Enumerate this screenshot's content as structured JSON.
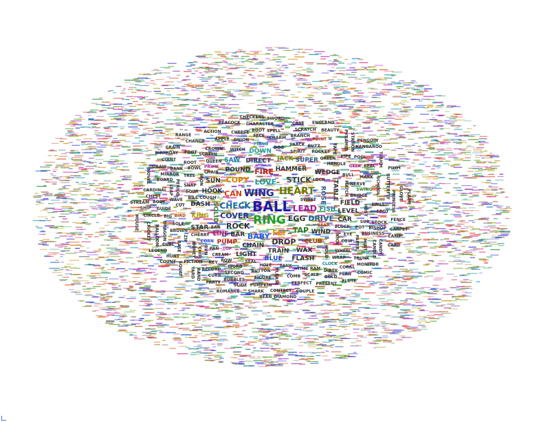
{
  "cloud": {
    "words": [
      {
        "text": "BALL",
        "color": "#1f1aa8",
        "w": 10
      },
      {
        "text": "RING",
        "color": "#22a022",
        "w": 9
      },
      {
        "text": "WING",
        "color": "#2a2a9a",
        "w": 8
      },
      {
        "text": "HEART",
        "color": "#6a7a00",
        "w": 8
      },
      {
        "text": "LEAD",
        "color": "#a01fa0",
        "w": 7
      },
      {
        "text": "CHECK",
        "color": "#1e6aa0",
        "w": 7
      },
      {
        "text": "EGG",
        "color": "#303030",
        "w": 6
      },
      {
        "text": "LOVE",
        "color": "#1aa0a0",
        "w": 6
      },
      {
        "text": "FLY",
        "color": "#d0a000",
        "w": 6
      },
      {
        "text": "COVER",
        "color": "#303080",
        "w": 6
      },
      {
        "text": "TAP",
        "color": "#2a7a2a",
        "w": 6
      },
      {
        "text": "BABY",
        "color": "#1f5fd0",
        "w": 6
      },
      {
        "text": "ROCK",
        "color": "#303030",
        "w": 6
      },
      {
        "text": "STICK",
        "color": "#3a3a3a",
        "w": 6
      },
      {
        "text": "CAN",
        "color": "#d04010",
        "w": 6
      },
      {
        "text": "COPY",
        "color": "#d08000",
        "w": 6
      },
      {
        "text": "FIRE",
        "color": "#c02020",
        "w": 6
      },
      {
        "text": "DRIVE",
        "color": "#2a5a8a",
        "w": 6
      },
      {
        "text": "DROP",
        "color": "#303030",
        "w": 6
      },
      {
        "text": "HAMMER",
        "color": "#303030",
        "w": 5
      },
      {
        "text": "CHAIN",
        "color": "#303030",
        "w": 5
      },
      {
        "text": "POUND",
        "color": "#303030",
        "w": 5
      },
      {
        "text": "ROSE",
        "color": "#2a5a8a",
        "w": 5
      },
      {
        "text": "SOLID",
        "color": "#3a7a3a",
        "w": 5
      },
      {
        "text": "WIND",
        "color": "#303030",
        "w": 5
      },
      {
        "text": "BAR",
        "color": "#303030",
        "w": 5
      },
      {
        "text": "HOOK",
        "color": "#303030",
        "w": 5
      },
      {
        "text": "FISH",
        "color": "#1a8aa0",
        "w": 5
      },
      {
        "text": "CLUB",
        "color": "#a04000",
        "w": 5
      },
      {
        "text": "TRAIN",
        "color": "#303030",
        "w": 5
      },
      {
        "text": "LINE",
        "color": "#a01f60",
        "w": 5
      },
      {
        "text": "DIRECT",
        "color": "#303080",
        "w": 5
      },
      {
        "text": "TABLE",
        "color": "#303030",
        "w": 5
      },
      {
        "text": "DASH",
        "color": "#303030",
        "w": 5
      },
      {
        "text": "PUMP",
        "color": "#c02020",
        "w": 5
      },
      {
        "text": "SUN",
        "color": "#303030",
        "w": 5
      },
      {
        "text": "JACK",
        "color": "#6a8a00",
        "w": 5
      },
      {
        "text": "WAX",
        "color": "#303030",
        "w": 5
      },
      {
        "text": "KING",
        "color": "#b0a000",
        "w": 5
      },
      {
        "text": "SUPER",
        "color": "#2a5a8a",
        "w": 5
      },
      {
        "text": "WEDGE",
        "color": "#303030",
        "w": 5
      },
      {
        "text": "BLUE",
        "color": "#1f40c0",
        "w": 5
      },
      {
        "text": "LIGHT",
        "color": "#303030",
        "w": 5
      },
      {
        "text": "SAW",
        "color": "#1a7aa0",
        "w": 5
      },
      {
        "text": "FIELD",
        "color": "#303030",
        "w": 5
      },
      {
        "text": "LEVEL",
        "color": "#303030",
        "w": 5
      },
      {
        "text": "CAR",
        "color": "#303030",
        "w": 5
      },
      {
        "text": "STAR",
        "color": "#303030",
        "w": 5
      },
      {
        "text": "DOWN",
        "color": "#1aa0a0",
        "w": 5
      },
      {
        "text": "FLASH",
        "color": "#303030",
        "w": 5
      },
      {
        "text": "MATCH",
        "color": "#303030",
        "w": 4
      },
      {
        "text": "SWEET",
        "color": "#303030",
        "w": 4
      },
      {
        "text": "BLOCK",
        "color": "#303030",
        "w": 4
      },
      {
        "text": "BILL",
        "color": "#303030",
        "w": 4
      },
      {
        "text": "TOP",
        "color": "#a01fa0",
        "w": 4
      },
      {
        "text": "CHAIR",
        "color": "#303030",
        "w": 4
      },
      {
        "text": "KICK",
        "color": "#303030",
        "w": 4
      },
      {
        "text": "CORN",
        "color": "#1f40c0",
        "w": 4
      },
      {
        "text": "PRIME",
        "color": "#a01fa0",
        "w": 4
      },
      {
        "text": "IRON",
        "color": "#303030",
        "w": 4
      },
      {
        "text": "HOLD",
        "color": "#303030",
        "w": 4
      },
      {
        "text": "LOCK",
        "color": "#303030",
        "w": 4
      },
      {
        "text": "SEAL",
        "color": "#303030",
        "w": 4
      },
      {
        "text": "CHERRY",
        "color": "#303030",
        "w": 4
      },
      {
        "text": "SOUR",
        "color": "#303030",
        "w": 4
      },
      {
        "text": "SPIRIT",
        "color": "#303030",
        "w": 4
      },
      {
        "text": "HOLE",
        "color": "#303030",
        "w": 4
      },
      {
        "text": "WITCH",
        "color": "#303030",
        "w": 4
      },
      {
        "text": "HANDLE",
        "color": "#303030",
        "w": 4
      },
      {
        "text": "BRIDGE",
        "color": "#303030",
        "w": 4
      },
      {
        "text": "DOG",
        "color": "#303030",
        "w": 4
      },
      {
        "text": "TANK",
        "color": "#303030",
        "w": 4
      },
      {
        "text": "CREAM",
        "color": "#303030",
        "w": 4
      },
      {
        "text": "NERVE",
        "color": "#303030",
        "w": 4
      },
      {
        "text": "QUEEN",
        "color": "#303030",
        "w": 4
      },
      {
        "text": "EAR",
        "color": "#303030",
        "w": 4
      },
      {
        "text": "BEAR",
        "color": "#a04000",
        "w": 4
      },
      {
        "text": "EYE",
        "color": "#303030",
        "w": 4
      },
      {
        "text": "POCKET",
        "color": "#303030",
        "w": 4
      },
      {
        "text": "PIANO",
        "color": "#1a8aa0",
        "w": 4
      },
      {
        "text": "SNAP",
        "color": "#303030",
        "w": 4
      },
      {
        "text": "BULL",
        "color": "#303030",
        "w": 4
      },
      {
        "text": "BIRD",
        "color": "#a04000",
        "w": 4
      },
      {
        "text": "CUT",
        "color": "#303030",
        "w": 4
      },
      {
        "text": "TRACK",
        "color": "#303030",
        "w": 4
      },
      {
        "text": "POT",
        "color": "#303030",
        "w": 4
      },
      {
        "text": "WORD",
        "color": "#303030",
        "w": 4
      },
      {
        "text": "PAN",
        "color": "#303030",
        "w": 4
      },
      {
        "text": "BOWL",
        "color": "#303030",
        "w": 4
      },
      {
        "text": "HONEY",
        "color": "#303030",
        "w": 4
      },
      {
        "text": "WHEEL",
        "color": "#303030",
        "w": 4
      },
      {
        "text": "HOST",
        "color": "#303030",
        "w": 4
      },
      {
        "text": "BUTTON",
        "color": "#303030",
        "w": 4
      },
      {
        "text": "GREEN",
        "color": "#303030",
        "w": 4
      },
      {
        "text": "PAPER",
        "color": "#303030",
        "w": 4
      },
      {
        "text": "TREE",
        "color": "#303030",
        "w": 4
      },
      {
        "text": "SUB",
        "color": "#303030",
        "w": 4
      },
      {
        "text": "TIME",
        "color": "#303030",
        "w": 4
      },
      {
        "text": "SOLE",
        "color": "#303030",
        "w": 4
      },
      {
        "text": "WAVE",
        "color": "#303030",
        "w": 4
      },
      {
        "text": "PLEASE",
        "color": "#303030",
        "w": 4
      },
      {
        "text": "ROW",
        "color": "#303030",
        "w": 4
      },
      {
        "text": "SWING",
        "color": "#2a7a2a",
        "w": 4
      },
      {
        "text": "CROWN",
        "color": "#303030",
        "w": 4
      },
      {
        "text": "PERIOD",
        "color": "#303030",
        "w": 4
      },
      {
        "text": "SCREEN",
        "color": "#303030",
        "w": 4
      },
      {
        "text": "COW",
        "color": "#303030",
        "w": 4
      },
      {
        "text": "BUZZ",
        "color": "#303030",
        "w": 4
      },
      {
        "text": "KEY",
        "color": "#303030",
        "w": 4
      },
      {
        "text": "BROWN",
        "color": "#303030",
        "w": 4
      },
      {
        "text": "ONION",
        "color": "#303030",
        "w": 4
      },
      {
        "text": "CHARM",
        "color": "#303030",
        "w": 4
      },
      {
        "text": "CLOCK",
        "color": "#1a7aa0",
        "w": 4
      },
      {
        "text": "RAM",
        "color": "#303030",
        "w": 4
      },
      {
        "text": "ROOT",
        "color": "#303030",
        "w": 4
      },
      {
        "text": "FACE",
        "color": "#303030",
        "w": 4
      },
      {
        "text": "ZIP",
        "color": "#303030",
        "w": 4
      },
      {
        "text": "COMB",
        "color": "#303030",
        "w": 4
      },
      {
        "text": "SECOND",
        "color": "#303030",
        "w": 4
      },
      {
        "text": "WRAP",
        "color": "#303030",
        "w": 4
      },
      {
        "text": "BRANCH",
        "color": "#303030",
        "w": 4
      },
      {
        "text": "TAPE",
        "color": "#303030",
        "w": 4
      },
      {
        "text": "PIPE",
        "color": "#303030",
        "w": 4
      },
      {
        "text": "GEEK",
        "color": "#a01fa0",
        "w": 4
      },
      {
        "text": "FIGURE",
        "color": "#303030",
        "w": 4
      },
      {
        "text": "POINT",
        "color": "#c02020",
        "w": 4
      },
      {
        "text": "RUN",
        "color": "#303030",
        "w": 4
      },
      {
        "text": "RECORD",
        "color": "#303030",
        "w": 4
      },
      {
        "text": "MARK",
        "color": "#303030",
        "w": 4
      },
      {
        "text": "GUIDE",
        "color": "#303030",
        "w": 4
      },
      {
        "text": "SPELL",
        "color": "#303030",
        "w": 4
      },
      {
        "text": "BIG",
        "color": "#303030",
        "w": 4
      },
      {
        "text": "LEAF",
        "color": "#303030",
        "w": 4
      },
      {
        "text": "DRILL",
        "color": "#303030",
        "w": 4
      },
      {
        "text": "SCALE",
        "color": "#303030",
        "w": 4
      },
      {
        "text": "BANK",
        "color": "#303030",
        "w": 4
      },
      {
        "text": "APPLE",
        "color": "#303030",
        "w": 4
      },
      {
        "text": "STOCK",
        "color": "#303030",
        "w": 4
      },
      {
        "text": "BUSINESS",
        "color": "#303030",
        "w": 4
      },
      {
        "text": "MINT",
        "color": "#303030",
        "w": 4
      },
      {
        "text": "BASE",
        "color": "#303030",
        "w": 4
      },
      {
        "text": "CHEESE",
        "color": "#303030",
        "w": 4
      },
      {
        "text": "PUMPKIN",
        "color": "#303030",
        "w": 4
      },
      {
        "text": "SCHOOL",
        "color": "#303030",
        "w": 4
      },
      {
        "text": "DRAGON",
        "color": "#303030",
        "w": 4
      },
      {
        "text": "BODY",
        "color": "#303030",
        "w": 4
      },
      {
        "text": "MIRROR",
        "color": "#303030",
        "w": 4
      },
      {
        "text": "POOL",
        "color": "#303030",
        "w": 4
      },
      {
        "text": "PYRAMID",
        "color": "#303030",
        "w": 4
      },
      {
        "text": "SPOT",
        "color": "#303030",
        "w": 4
      },
      {
        "text": "BUBBLES",
        "color": "#303030",
        "w": 4
      },
      {
        "text": "SCRATCH",
        "color": "#303030",
        "w": 4
      },
      {
        "text": "FOOT",
        "color": "#303030",
        "w": 4
      },
      {
        "text": "REAL",
        "color": "#303030",
        "w": 4
      },
      {
        "text": "PERFECT",
        "color": "#303030",
        "w": 4
      },
      {
        "text": "CHARACTER",
        "color": "#303030",
        "w": 4
      },
      {
        "text": "BUTTERFLY",
        "color": "#303030",
        "w": 4
      },
      {
        "text": "CANDLE",
        "color": "#303030",
        "w": 4
      },
      {
        "text": "TRUNK",
        "color": "#303030",
        "w": 4
      },
      {
        "text": "CORAL",
        "color": "#303030",
        "w": 4
      },
      {
        "text": "CARDINAL",
        "color": "#303030",
        "w": 4
      },
      {
        "text": "PRINCESS",
        "color": "#303030",
        "w": 4
      },
      {
        "text": "BISHOP",
        "color": "#303030",
        "w": 4
      },
      {
        "text": "FICTION",
        "color": "#303030",
        "w": 4
      },
      {
        "text": "GOLD",
        "color": "#303030",
        "w": 4
      },
      {
        "text": "SLIDE",
        "color": "#303030",
        "w": 4
      },
      {
        "text": "CHEST",
        "color": "#303030",
        "w": 4
      },
      {
        "text": "CANDY",
        "color": "#303030",
        "w": 4
      },
      {
        "text": "CONTACT",
        "color": "#303030",
        "w": 4
      },
      {
        "text": "DIRTY",
        "color": "#303030",
        "w": 4
      },
      {
        "text": "BOARD",
        "color": "#303030",
        "w": 4
      },
      {
        "text": "CIRCLE",
        "color": "#303030",
        "w": 4
      },
      {
        "text": "CHANGE",
        "color": "#303030",
        "w": 4
      },
      {
        "text": "CURB",
        "color": "#303030",
        "w": 4
      },
      {
        "text": "YARD",
        "color": "#303030",
        "w": 4
      },
      {
        "text": "BAND",
        "color": "#303030",
        "w": 4
      },
      {
        "text": "BALLOON",
        "color": "#303030",
        "w": 4
      },
      {
        "text": "ACTION",
        "color": "#303030",
        "w": 4
      },
      {
        "text": "STATION",
        "color": "#303030",
        "w": 4
      },
      {
        "text": "CURL",
        "color": "#303030",
        "w": 4
      },
      {
        "text": "PLAN",
        "color": "#303030",
        "w": 4
      },
      {
        "text": "DRAW",
        "color": "#303030",
        "w": 4
      },
      {
        "text": "HUNT",
        "color": "#303030",
        "w": 4
      },
      {
        "text": "GIANT",
        "color": "#303030",
        "w": 4
      },
      {
        "text": "CAST",
        "color": "#303030",
        "w": 4
      },
      {
        "text": "PRESENT",
        "color": "#303030",
        "w": 4
      },
      {
        "text": "SHARK",
        "color": "#303030",
        "w": 4
      },
      {
        "text": "PEACOCK",
        "color": "#303030",
        "w": 4
      },
      {
        "text": "SWORD",
        "color": "#303030",
        "w": 4
      },
      {
        "text": "MONITOR",
        "color": "#303030",
        "w": 4
      },
      {
        "text": "COUPLE",
        "color": "#303030",
        "w": 4
      },
      {
        "text": "BIRTHDAY",
        "color": "#303030",
        "w": 4
      },
      {
        "text": "CHECKERS",
        "color": "#303030",
        "w": 4
      },
      {
        "text": "KANGAROO",
        "color": "#303030",
        "w": 4
      },
      {
        "text": "TOUCH",
        "color": "#303030",
        "w": 4
      },
      {
        "text": "ROMANCE",
        "color": "#303030",
        "w": 4
      },
      {
        "text": "BEAUTY",
        "color": "#303030",
        "w": 4
      },
      {
        "text": "CRICKET",
        "color": "#303030",
        "w": 4
      },
      {
        "text": "ENGLAND",
        "color": "#303030",
        "w": 4
      },
      {
        "text": "CARPET",
        "color": "#303030",
        "w": 4
      },
      {
        "text": "DIAMOND",
        "color": "#303030",
        "w": 4
      },
      {
        "text": "FENCE",
        "color": "#303030",
        "w": 4
      },
      {
        "text": "LEGEND",
        "color": "#303030",
        "w": 4
      },
      {
        "text": "SQUAT",
        "color": "#303030",
        "w": 4
      },
      {
        "text": "BOOT",
        "color": "#303030",
        "w": 4
      },
      {
        "text": "PARTY",
        "color": "#303030",
        "w": 4
      },
      {
        "text": "CAMP",
        "color": "#303030",
        "w": 4
      },
      {
        "text": "COUGH",
        "color": "#303030",
        "w": 4
      },
      {
        "text": "STREAM",
        "color": "#303030",
        "w": 4
      },
      {
        "text": "PILOT",
        "color": "#303030",
        "w": 4
      },
      {
        "text": "CHIP",
        "color": "#303030",
        "w": 4
      },
      {
        "text": "FLUTE",
        "color": "#303030",
        "w": 4
      },
      {
        "text": "GLOVE",
        "color": "#303030",
        "w": 4
      },
      {
        "text": "RANGE",
        "color": "#303030",
        "w": 4
      },
      {
        "text": "COUNT",
        "color": "#303030",
        "w": 4
      },
      {
        "text": "NOVEL",
        "color": "#303030",
        "w": 4
      },
      {
        "text": "GRAIN",
        "color": "#303030",
        "w": 4
      },
      {
        "text": "MOUSE",
        "color": "#303030",
        "w": 4
      },
      {
        "text": "SHIP",
        "color": "#303030",
        "w": 4
      },
      {
        "text": "BEAN",
        "color": "#303030",
        "w": 4
      },
      {
        "text": "FLAME",
        "color": "#303030",
        "w": 4
      },
      {
        "text": "PENGUIN",
        "color": "#303030",
        "w": 4
      },
      {
        "text": "CARD",
        "color": "#303030",
        "w": 4
      },
      {
        "text": "COMIC",
        "color": "#303030",
        "w": 4
      }
    ],
    "palette": [
      "#e23a3a",
      "#2a9a2a",
      "#2a2ad0",
      "#c02ac0",
      "#1aa0b0",
      "#d08a00",
      "#606060",
      "#8a5a1a",
      "#1a6ad0",
      "#d02a7a",
      "#5aa01a",
      "#7a2ad0",
      "#a0a000",
      "#1a8a6a",
      "#d05a1a"
    ]
  }
}
